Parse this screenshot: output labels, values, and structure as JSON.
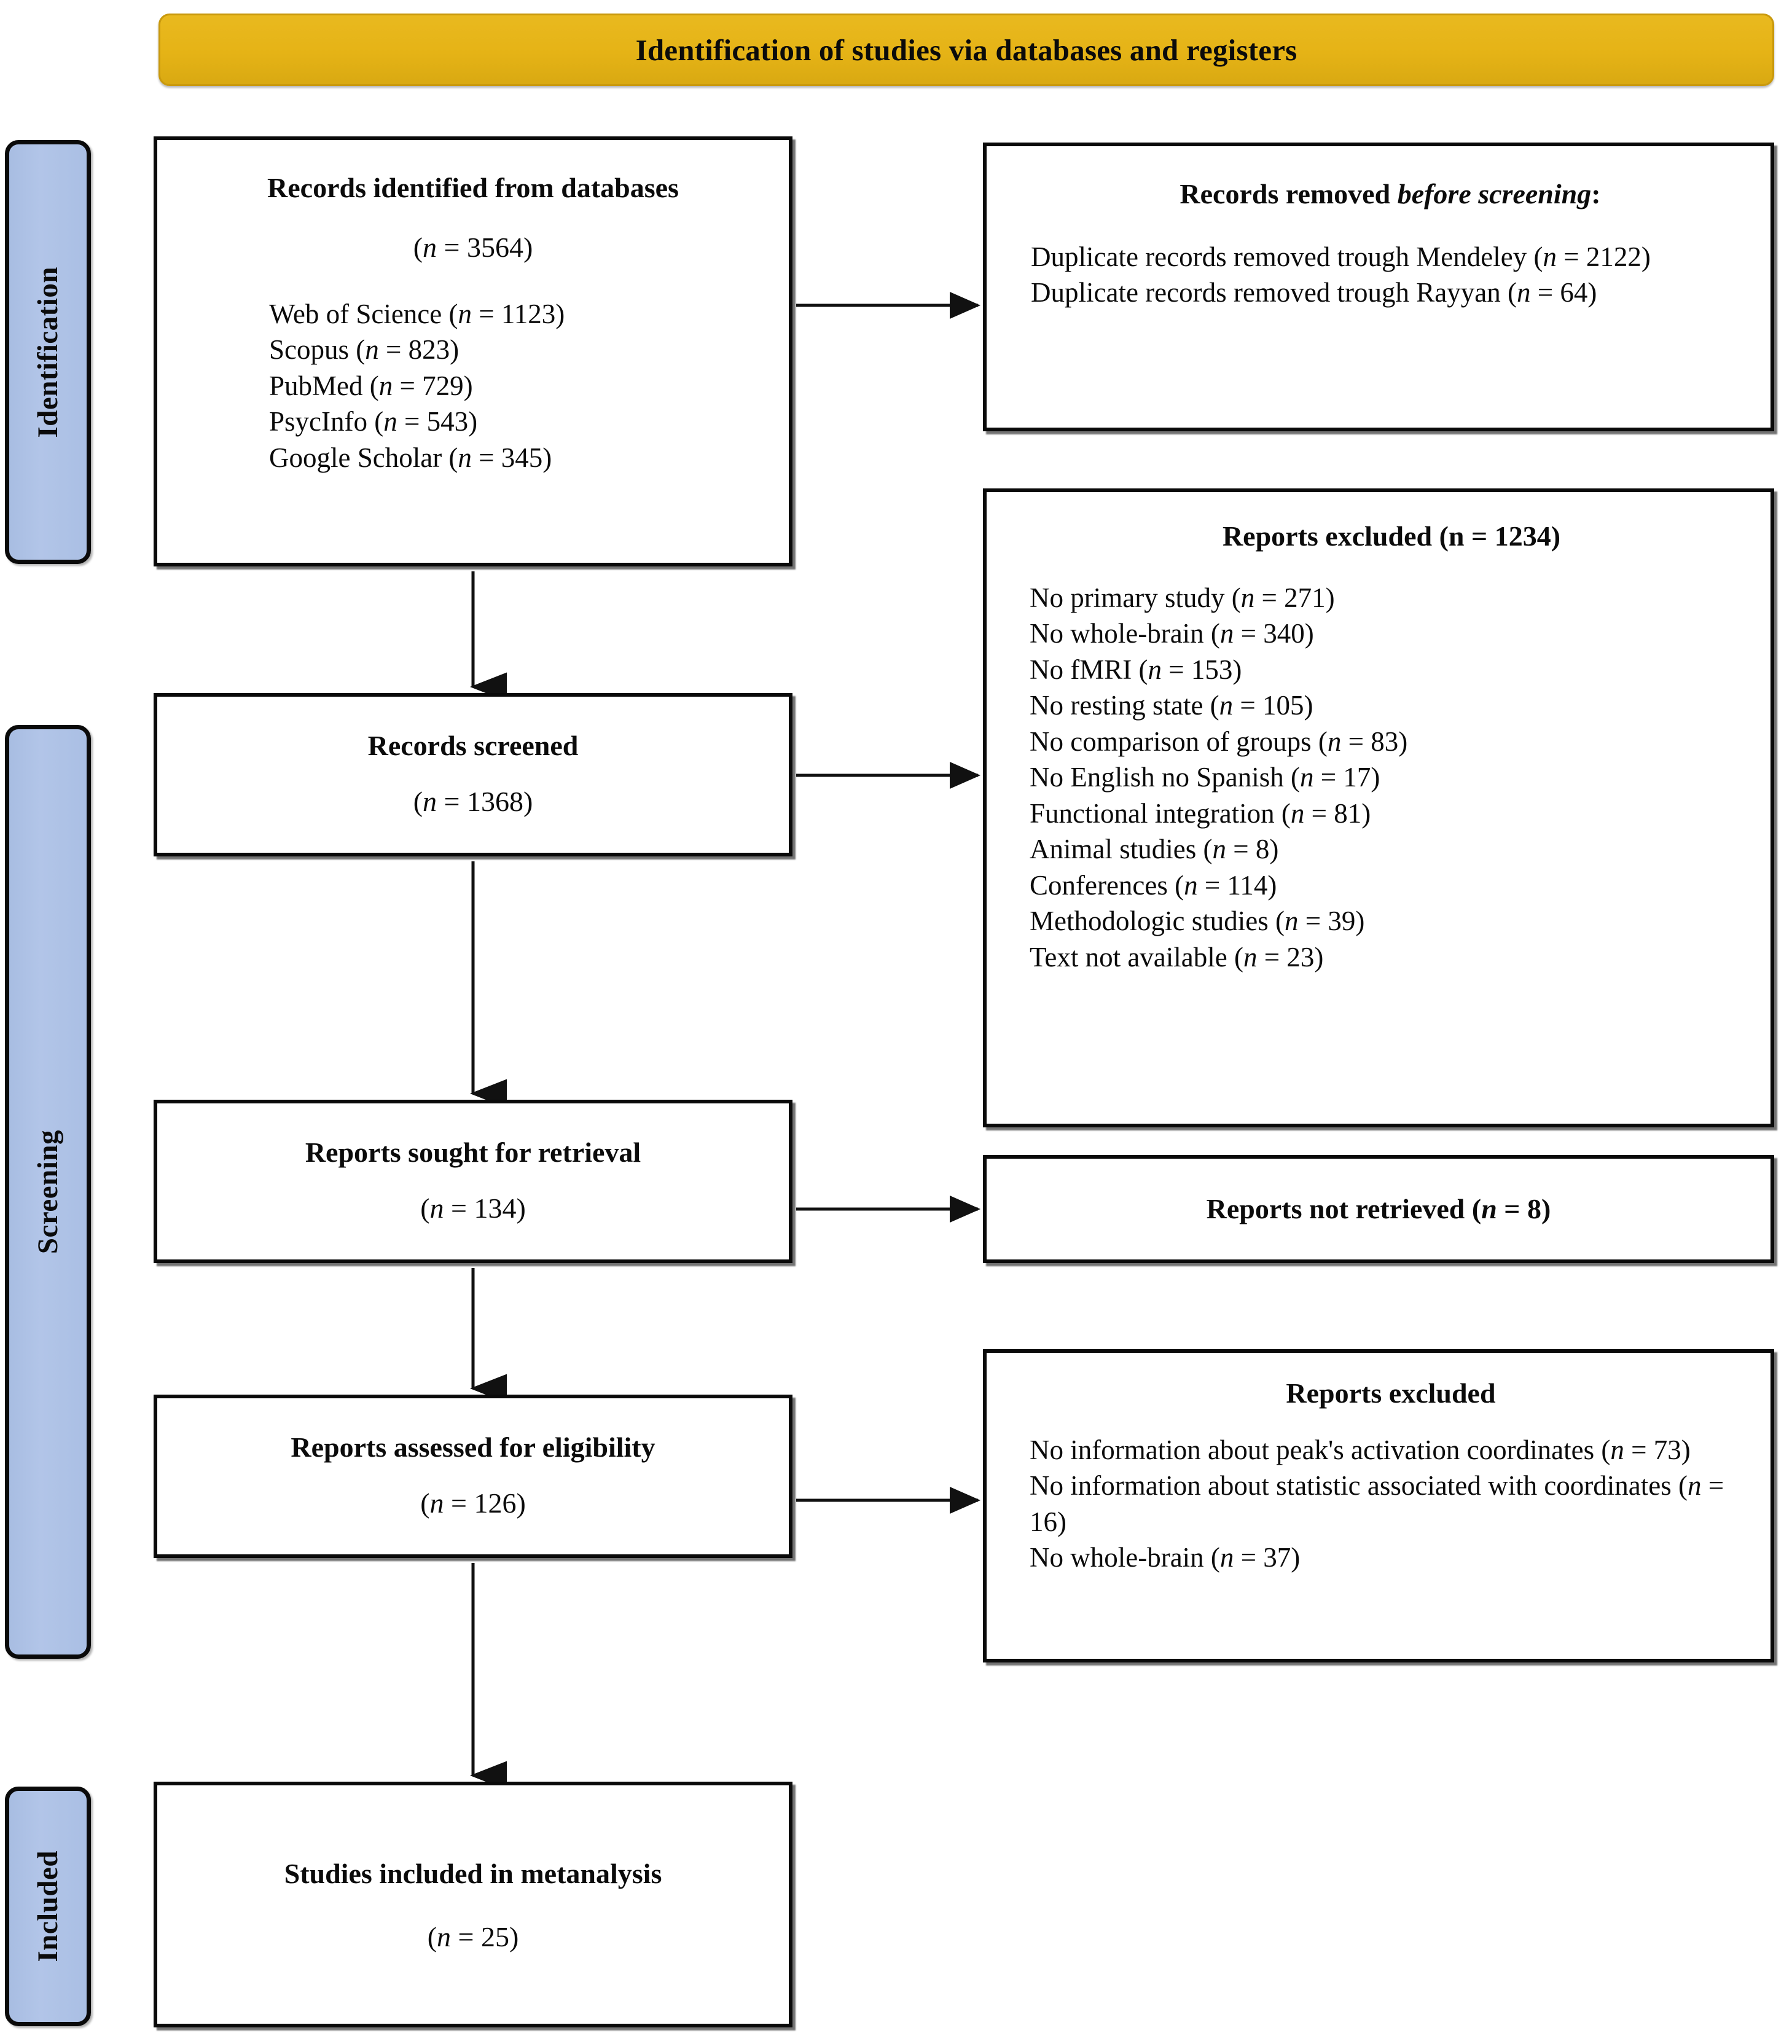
{
  "banner": {
    "title": "Identification of studies via databases and registers"
  },
  "stages": [
    {
      "id": "identification",
      "label": "Identification"
    },
    {
      "id": "screening",
      "label": "Screening"
    },
    {
      "id": "included",
      "label": "Included"
    }
  ],
  "boxes": {
    "identified": {
      "title": "Records identified from databases",
      "count": "(n = 3564)",
      "sources": [
        "Web of Science (n = 1123)",
        "Scopus (n = 823)",
        "PubMed (n = 729)",
        "PsycInfo (n = 543)",
        "Google Scholar (n = 345)"
      ]
    },
    "removed": {
      "title_plain": "Records removed ",
      "title_italic": "before screening",
      "title_colon": ":",
      "lines": [
        "Duplicate records removed trough Mendeley (n = 2122)",
        "Duplicate records removed trough Rayyan (n = 64)"
      ]
    },
    "excluded1": {
      "title": "Reports excluded (n = 1234)",
      "reasons": [
        "No primary study (n = 271)",
        "No whole-brain (n = 340)",
        "No fMRI (n = 153)",
        "No resting state (n = 105)",
        "No comparison of groups (n = 83)",
        "No English no Spanish (n = 17)",
        "Functional integration (n = 81)",
        "Animal studies (n = 8)",
        "Conferences (n = 114)",
        "Methodologic studies (n = 39)",
        "Text not available (n = 23)"
      ]
    },
    "screened": {
      "title": "Records screened",
      "count": "(n = 1368)"
    },
    "sought": {
      "title": "Reports sought for retrieval",
      "count": "(n = 134)"
    },
    "notretrieved": {
      "title": "Reports not retrieved (n = 8)"
    },
    "assessed": {
      "title": "Reports assessed for eligibility",
      "count": "(n = 126)"
    },
    "excluded2": {
      "title": "Reports excluded",
      "reasons": [
        "No information about peak's activation coordinates (n = 73)",
        "No information about statistic associated with coordinates (n = 16)",
        "No whole-brain (n = 37)"
      ]
    },
    "included": {
      "title": "Studies included in metanalysis",
      "count": "(n = 25)"
    }
  },
  "colors": {
    "banner_fill": "#E5B316",
    "banner_border": "#C9990D",
    "stage_fill": "#AEC2E6",
    "box_border": "#0A0A0A",
    "text": "#0B0B0B",
    "connector": "#111111"
  }
}
